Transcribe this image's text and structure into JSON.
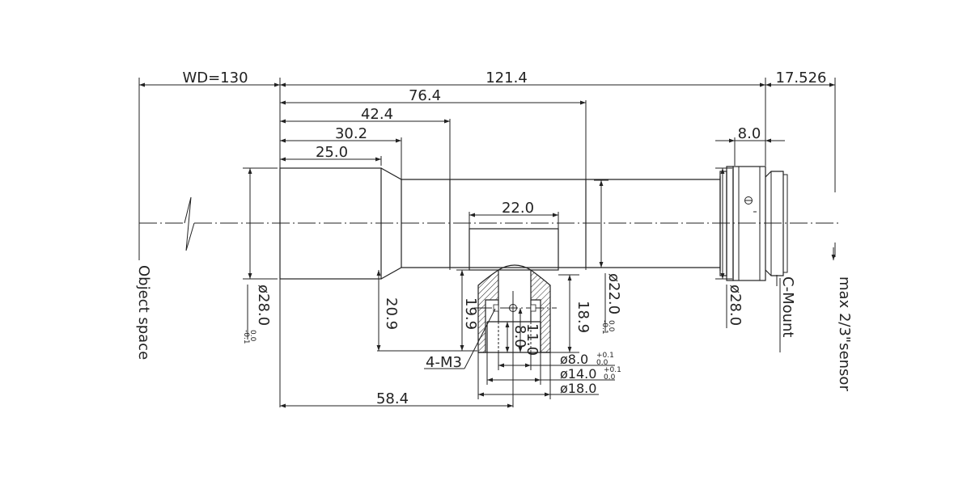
{
  "dimensions": {
    "wd": "WD=130",
    "total_length": "121.4",
    "back_focal": "17.526",
    "len_76": "76.4",
    "len_42": "42.4",
    "len_30": "30.2",
    "len_25": "25.0",
    "mount_width": "8.0",
    "block_width": "22.0",
    "dia_front": "ø28.0",
    "dia_front_tol_upper": "0.0",
    "dia_front_tol_lower": "-0.1",
    "height_20": "20.9",
    "height_19": "19.9",
    "hole_depth": "8.0",
    "hole_11": "11.0",
    "height_18": "18.9",
    "dia_22": "ø22.0",
    "dia_22_tol_upper": "0.0",
    "dia_22_tol_lower": "-0.1",
    "dia_rear": "ø28.0",
    "thread": "4-M3",
    "dia_8": "ø8.0",
    "dia_8_tol_upper": "+0.1",
    "dia_8_tol_lower": "0.0",
    "dia_14": "ø14.0",
    "dia_14_tol_upper": "+0.1",
    "dia_14_tol_lower": "0.0",
    "dia_18": "ø18.0",
    "len_58": "58.4"
  },
  "labels": {
    "object_space": "Object space",
    "mount": "C-Mount",
    "sensor": "max 2/3\"sensor"
  }
}
